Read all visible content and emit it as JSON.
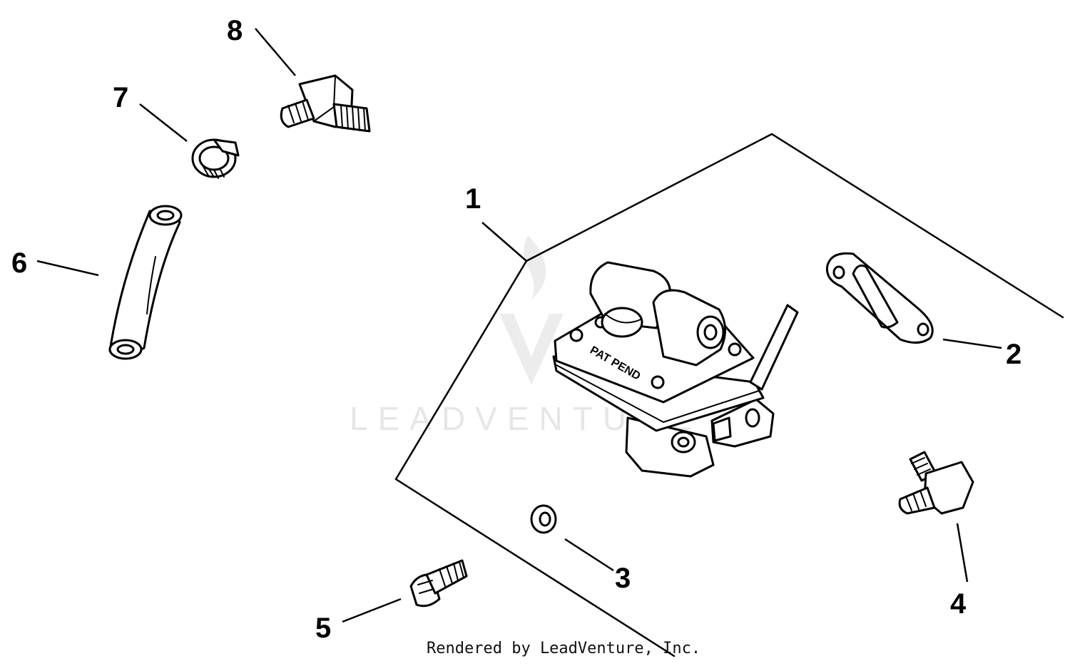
{
  "diagram": {
    "callouts": [
      {
        "id": "1",
        "label": "1"
      },
      {
        "id": "2",
        "label": "2"
      },
      {
        "id": "3",
        "label": "3"
      },
      {
        "id": "4",
        "label": "4"
      },
      {
        "id": "5",
        "label": "5"
      },
      {
        "id": "6",
        "label": "6"
      },
      {
        "id": "7",
        "label": "7"
      },
      {
        "id": "8",
        "label": "8"
      }
    ],
    "pump_marking": "PAT PEND",
    "watermark": "LEADVENTURE",
    "footer": "Rendered by LeadVenture, Inc."
  },
  "colors": {
    "ink": "#000000",
    "background": "#ffffff",
    "watermark": "#e6e6e6"
  }
}
